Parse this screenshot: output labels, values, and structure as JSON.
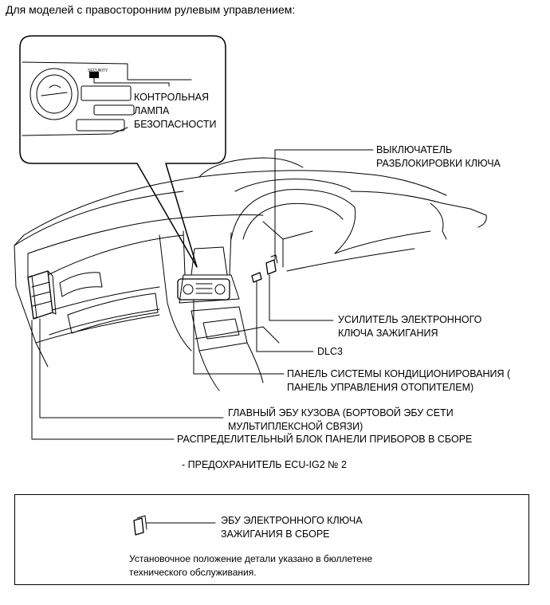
{
  "header": "Для моделей с правосторонним рулевым управлением:",
  "callout": {
    "security_small": "SECURITY",
    "lamp_line1": "КОНТРОЛЬНАЯ",
    "lamp_line2": "ЛАМПА",
    "lamp_line3": "БЕЗОПАСНОСТИ"
  },
  "labels": {
    "unlock_switch_1": "ВЫКЛЮЧАТЕЛЬ",
    "unlock_switch_2": "РАЗБЛОКИРОВКИ КЛЮЧА",
    "amplifier_1": "УСИЛИТЕЛЬ ЭЛЕКТРОННОГО",
    "amplifier_2": "КЛЮЧА ЗАЖИГАНИЯ",
    "dlc3": "DLC3",
    "ac_panel_1": "ПАНЕЛЬ СИСТЕМЫ КОНДИЦИОНИРОВАНИЯ (",
    "ac_panel_2": "ПАНЕЛЬ УПРАВЛЕНИЯ ОТОПИТЕЛЕМ)",
    "body_ecu_1": "ГЛАВНЫЙ ЭБУ КУЗОВА (БОРТОВОЙ ЭБУ СЕТИ",
    "body_ecu_2": "МУЛЬТИПЛЕКСНОЙ СВЯЗИ)",
    "junction_block": "РАСПРЕДЕЛИТЕЛЬНЫЙ БЛОК ПАНЕЛИ ПРИБОРОВ В СБОРЕ",
    "fuse": "- ПРЕДОХРАНИТЕЛЬ ECU-IG2 № 2"
  },
  "legend": {
    "ecu_1": "ЭБУ ЭЛЕКТРОННОГО КЛЮЧА",
    "ecu_2": "ЗАЖИГАНИЯ В СБОРЕ",
    "note_1": "Установочное положение детали указано в бюллетене",
    "note_2": "технического обслуживания."
  }
}
